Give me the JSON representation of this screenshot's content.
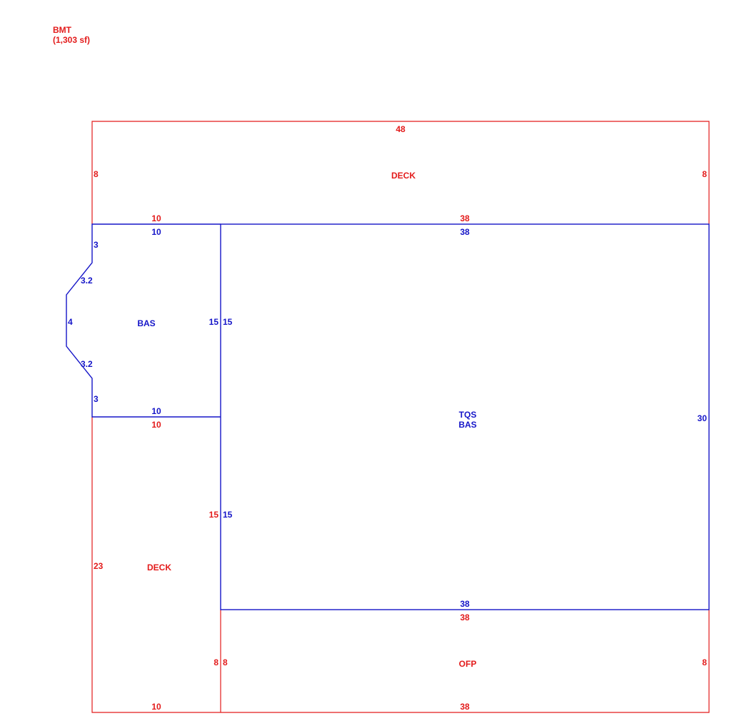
{
  "colors": {
    "deck_and_porch_outline": "#e31b1b",
    "living_area_outline": "#1515c8"
  },
  "header": {
    "area_code": "BMT",
    "area_total": "(1,303 sf)"
  },
  "areas": {
    "deck_top": "DECK",
    "bas_left": "BAS",
    "main_tqs": "TQS",
    "main_bas": "BAS",
    "deck_left": "DECK",
    "ofp": "OFP"
  },
  "dimensions": {
    "deck_top_top": "48",
    "deck_top_left": "8",
    "deck_top_right": "8",
    "deck_top_bottom_left": "10",
    "deck_top_bottom_right": "38",
    "bas_left_top": "10",
    "bas_left_top_side": "3",
    "bas_left_upper_bevel": "3.2",
    "bas_left_bay": "4",
    "bas_left_lower_bevel": "3.2",
    "bas_left_bottom_side": "3",
    "bas_left_right": "15",
    "bas_left_bottom": "10",
    "main_top": "38",
    "main_left_upper": "15",
    "main_left_lower": "15",
    "main_right": "30",
    "main_bottom": "38",
    "deck_left_top": "10",
    "deck_left_right": "15",
    "deck_left_left": "23",
    "deck_left_lower_right": "8",
    "deck_left_bottom": "10",
    "ofp_top": "38",
    "ofp_left": "8",
    "ofp_right": "8",
    "ofp_bottom": "38"
  }
}
